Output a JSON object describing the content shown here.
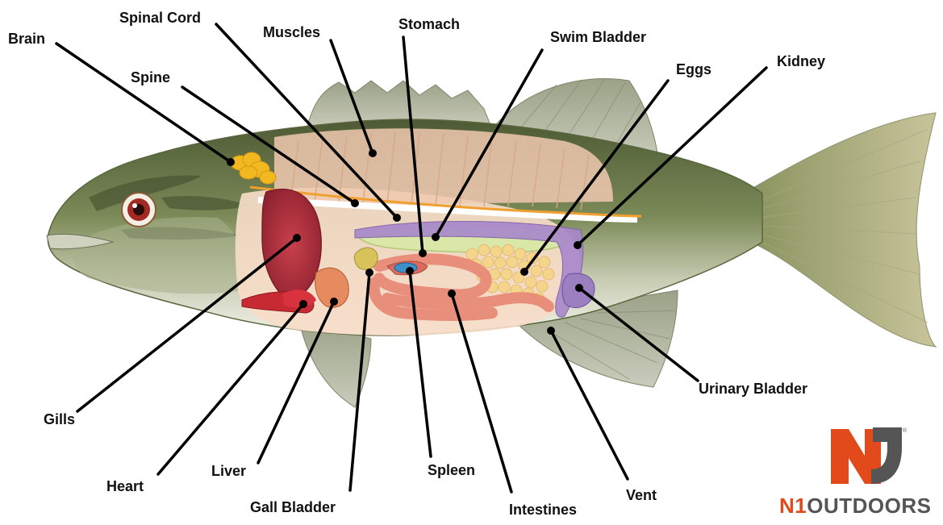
{
  "labels": {
    "brain": "Brain",
    "spinal_cord": "Spinal Cord",
    "muscles": "Muscles",
    "stomach": "Stomach",
    "swim_bladder": "Swim Bladder",
    "eggs": "Eggs",
    "kidney": "Kidney",
    "spine": "Spine",
    "gills": "Gills",
    "heart": "Heart",
    "liver": "Liver",
    "gall_bladder": "Gall Bladder",
    "spleen": "Spleen",
    "intestines": "Intestines",
    "vent": "Vent",
    "urinary_bladder": "Urinary Bladder"
  },
  "logo": {
    "prefix": "N1",
    "suffix": "OUTDOORS",
    "brand_colors": {
      "orange": "#e24a1c",
      "gray": "#555555"
    }
  },
  "colors": {
    "body_green": "#6b7a4a",
    "belly": "#eef0e8",
    "cavity": "#f5d9c4",
    "gills": "#b5323a",
    "swim_bladder": "#d9e8a8",
    "eggs": "#f5d58c",
    "kidney": "#9b7fc0",
    "brain": "#f2b81f",
    "spinal_cord": "#f0a030",
    "intestines": "#e88b78"
  }
}
